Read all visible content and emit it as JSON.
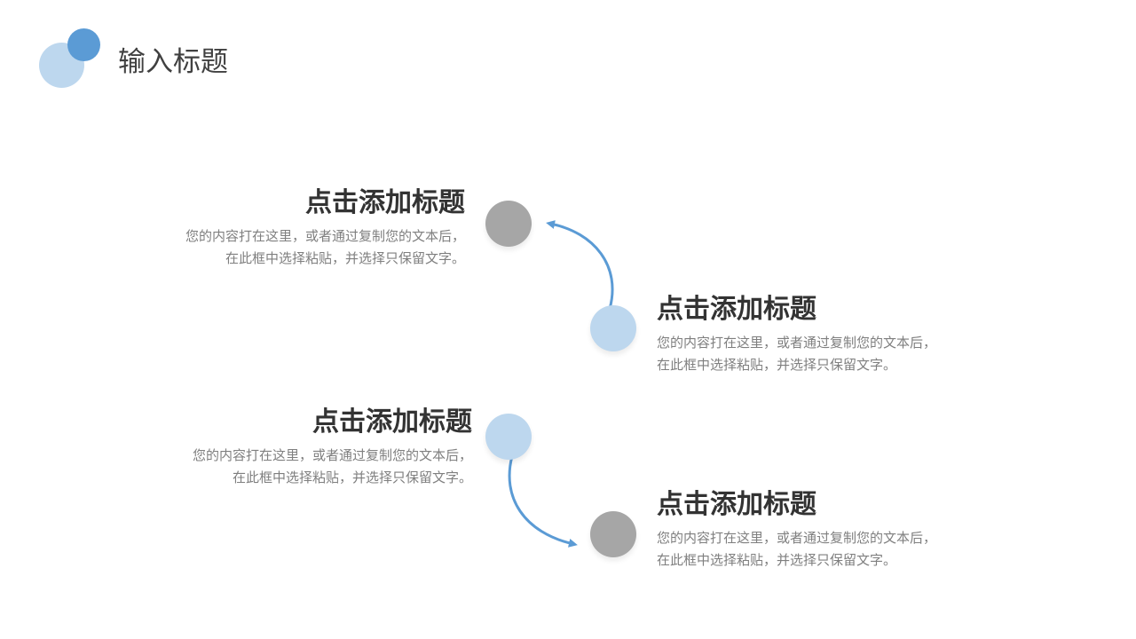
{
  "header": {
    "title": "输入标题"
  },
  "colors": {
    "accent": "#5b9bd5",
    "accent_light": "#bdd7ee",
    "node_gray": "#a6a6a6",
    "title_text": "#333333",
    "body_text": "#7f7f7f"
  },
  "items": [
    {
      "title": "点击添加标题",
      "desc_line1": "您的内容打在这里，或者通过复制您的文本后，",
      "desc_line2": "在此框中选择粘贴，并选择只保留文字。"
    },
    {
      "title": "点击添加标题",
      "desc_line1": "您的内容打在这里，或者通过复制您的文本后，",
      "desc_line2": "在此框中选择粘贴，并选择只保留文字。"
    },
    {
      "title": "点击添加标题",
      "desc_line1": "您的内容打在这里，或者通过复制您的文本后，",
      "desc_line2": "在此框中选择粘贴，并选择只保留文字。"
    },
    {
      "title": "点击添加标题",
      "desc_line1": "您的内容打在这里，或者通过复制您的文本后，",
      "desc_line2": "在此框中选择粘贴，并选择只保留文字。"
    }
  ]
}
